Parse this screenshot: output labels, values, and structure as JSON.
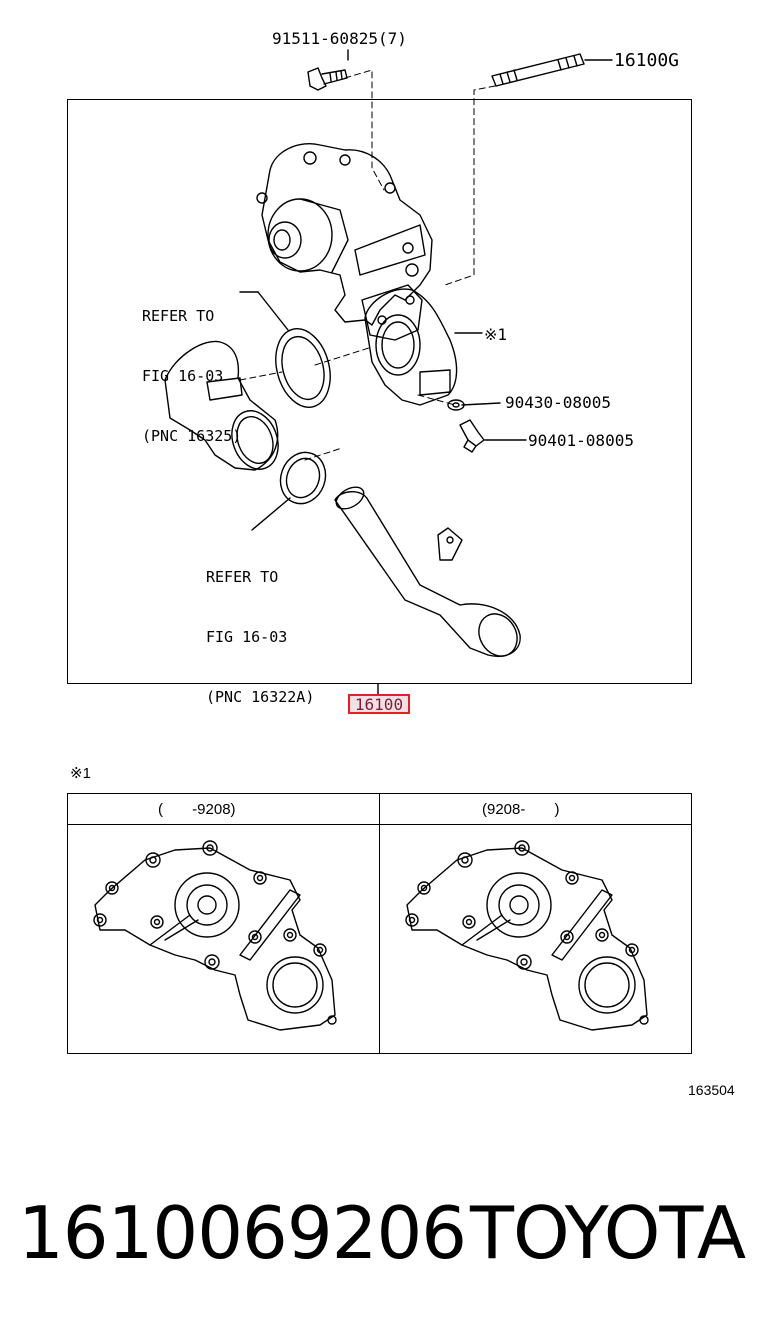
{
  "labels": {
    "bolt": "91511-60825(7)",
    "stud": "16100G",
    "refer1": [
      "REFER TO",
      "FIG 16-03",
      "(PNC 16325)"
    ],
    "refer2": [
      "REFER TO",
      "FIG 16-03",
      "(PNC 16322A)"
    ],
    "note_mark": "※1",
    "gasket": "90430-08005",
    "plug": "90401-08005",
    "main_part": "16100"
  },
  "variants": {
    "note_mark": "※1",
    "left_range": "(       -9208)",
    "right_range": "(9208-       )"
  },
  "illustration_id": "163504",
  "footer": {
    "part_number": "1610069206",
    "brand": "TOYOTA"
  }
}
